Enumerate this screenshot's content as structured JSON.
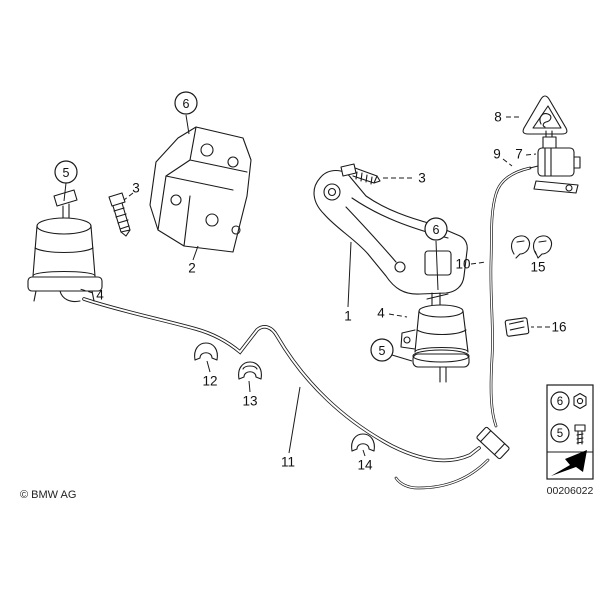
{
  "footer": {
    "copyright": "© BMW AG",
    "diagram_number": "00206022"
  },
  "callouts": {
    "bracket_nut": "6",
    "bracket_bolt": "3",
    "left_mount_bolt": "5",
    "left_mount": "4",
    "bracket": "2",
    "arm_bolt": "3",
    "right_mount_nut": "6",
    "support_arm": "1",
    "right_mount": "4",
    "right_mount_bolt": "5",
    "warning_triangle": "8",
    "vent_hose": "9",
    "vent_valve": "7",
    "hose": "10",
    "clip_pair": "15",
    "holder": "16",
    "clamp_a": "12",
    "clamp_b": "13",
    "pipe": "11",
    "clamp_c": "14"
  },
  "legend": {
    "nut_ref": "6",
    "bolt_ref": "5"
  }
}
